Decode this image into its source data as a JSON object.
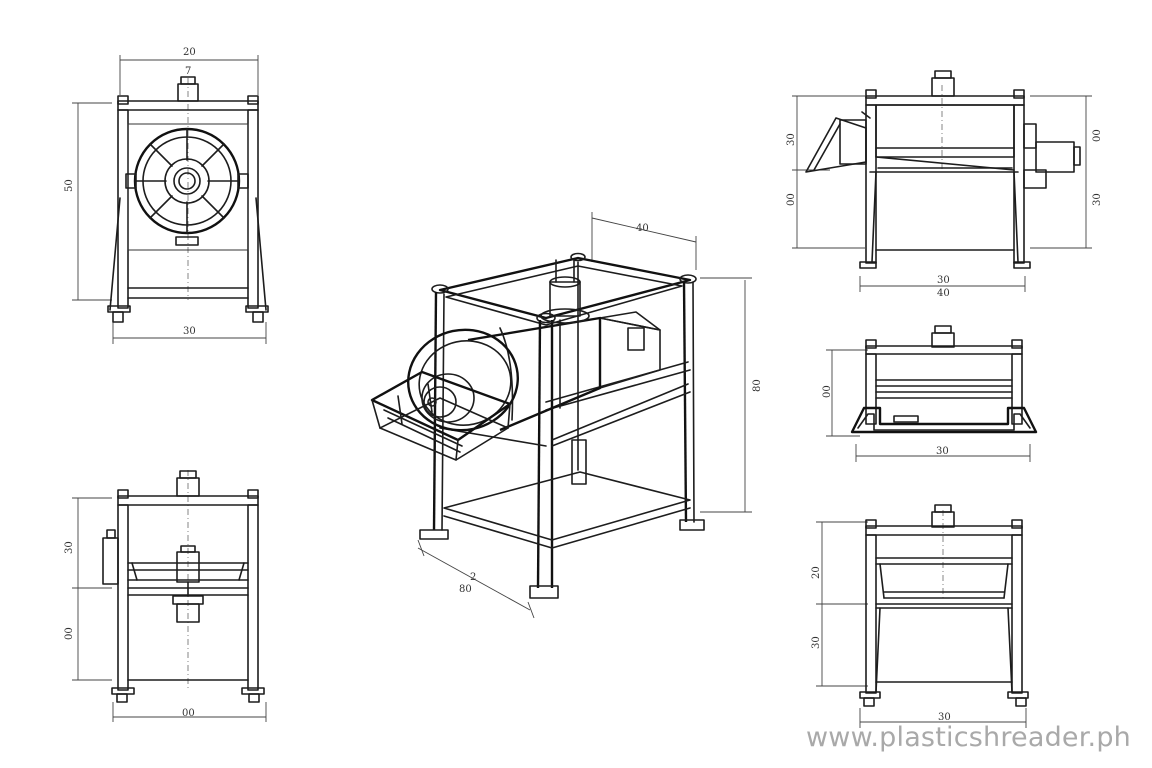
{
  "watermark": {
    "text": "www.plasticshreader.ph"
  },
  "dimension_labels": {
    "front_top_width": "20",
    "front_top_tick": "7",
    "front_height": "50",
    "front_base_width": "30",
    "front2_upper_height": "30",
    "front2_lower_height": "00",
    "front2_base_width": "00",
    "iso_top_depth": "40",
    "iso_height": "80",
    "iso_base_upper": "2",
    "iso_base_lower": "80",
    "side_left_upper": "30",
    "side_left_lower": "00",
    "side_right_upper": "00",
    "side_right_lower": "30",
    "side_base_upper": "30",
    "side_base_lower": "40",
    "top_height": "00",
    "top_width": "30",
    "rear_upper": "20",
    "rear_lower": "30",
    "rear_base": "30"
  },
  "colors": {
    "line": "#1d1d1d",
    "dimension": "#444444",
    "watermark": "#a9a9a9"
  }
}
